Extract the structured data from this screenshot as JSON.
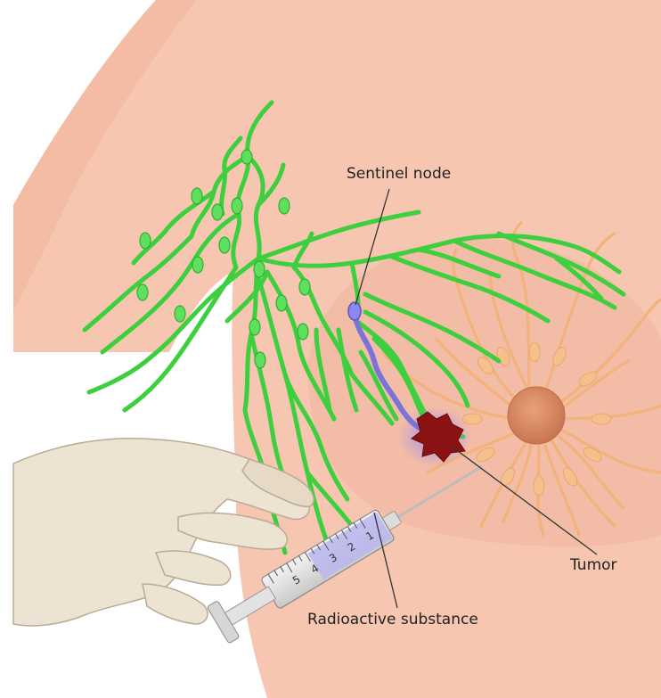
{
  "labels": {
    "sentinel_node": "Sentinel node",
    "tumor": "Tumor",
    "radioactive_substance": "Radioactive substance"
  },
  "syringe_scale": [
    "1",
    "2",
    "3",
    "4",
    "5"
  ],
  "colors": {
    "skin": "#f7c6b1",
    "skin_shadow": "#f1b49c",
    "lymph": "#3ecf3e",
    "lymph_node": "#5ee05e",
    "ducts": "#f2b27a",
    "nipple": "#d8865e",
    "tumor": "#8b1212",
    "tracer": "#7b74d8",
    "glove": "#ede3d3",
    "syringe_liquid": "#b9b6ec"
  }
}
